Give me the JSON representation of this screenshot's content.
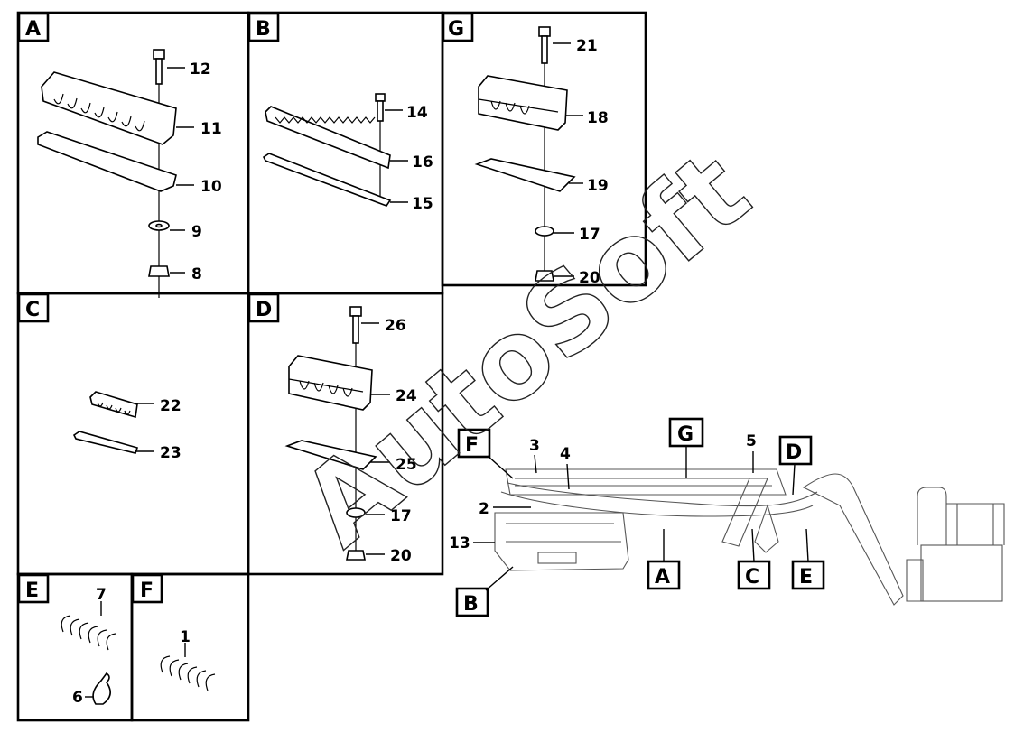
{
  "watermark": "AutoSoft",
  "sections": {
    "A": "A",
    "B": "B",
    "C": "C",
    "D": "D",
    "E": "E",
    "F": "F",
    "G": "G"
  },
  "parts": {
    "p1": "1",
    "p2": "2",
    "p3": "3",
    "p4": "4",
    "p5": "5",
    "p6": "6",
    "p7": "7",
    "p8": "8",
    "p9": "9",
    "p10": "10",
    "p11": "11",
    "p12": "12",
    "p13": "13",
    "p14": "14",
    "p15": "15",
    "p16": "16",
    "p17": "17",
    "p18": "18",
    "p19": "19",
    "p20": "20",
    "p21": "21",
    "p22": "22",
    "p23": "23",
    "p24": "24",
    "p25": "25",
    "p26": "26"
  },
  "callouts": {
    "A": "A",
    "B": "B",
    "C": "C",
    "D": "D",
    "E": "E",
    "F": "F",
    "G": "G"
  }
}
